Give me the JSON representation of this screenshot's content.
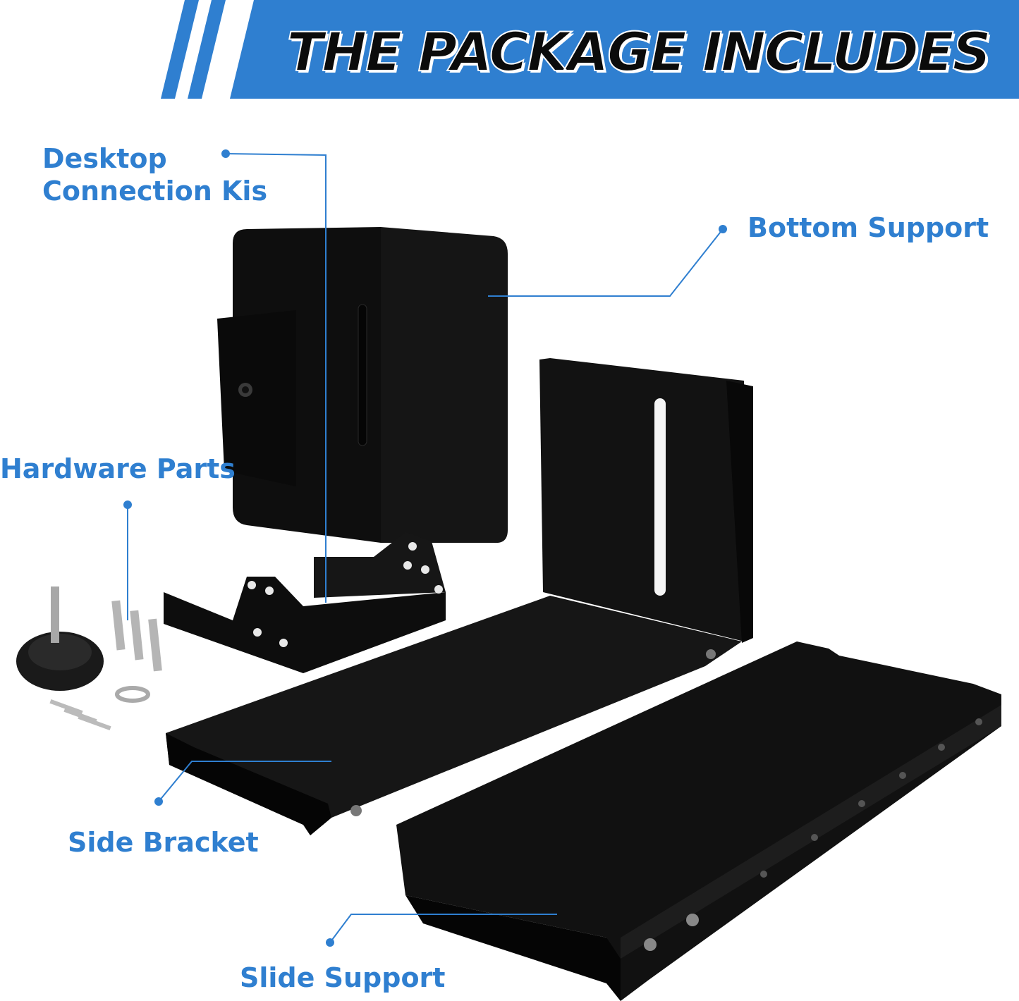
{
  "banner": {
    "title": "THE PACKAGE INCLUDES",
    "color": "#2f7fd0"
  },
  "labels": {
    "desktop_connection_line1": "Desktop",
    "desktop_connection_line2": "Connection Kis",
    "bottom_support": "Bottom Support",
    "hardware_parts": "Hardware Parts",
    "side_bracket": "Side Bracket",
    "slide_support": "Slide Support"
  },
  "colors": {
    "accent": "#2f7fd0",
    "parts": "#0d0d0d",
    "background": "#ffffff"
  }
}
